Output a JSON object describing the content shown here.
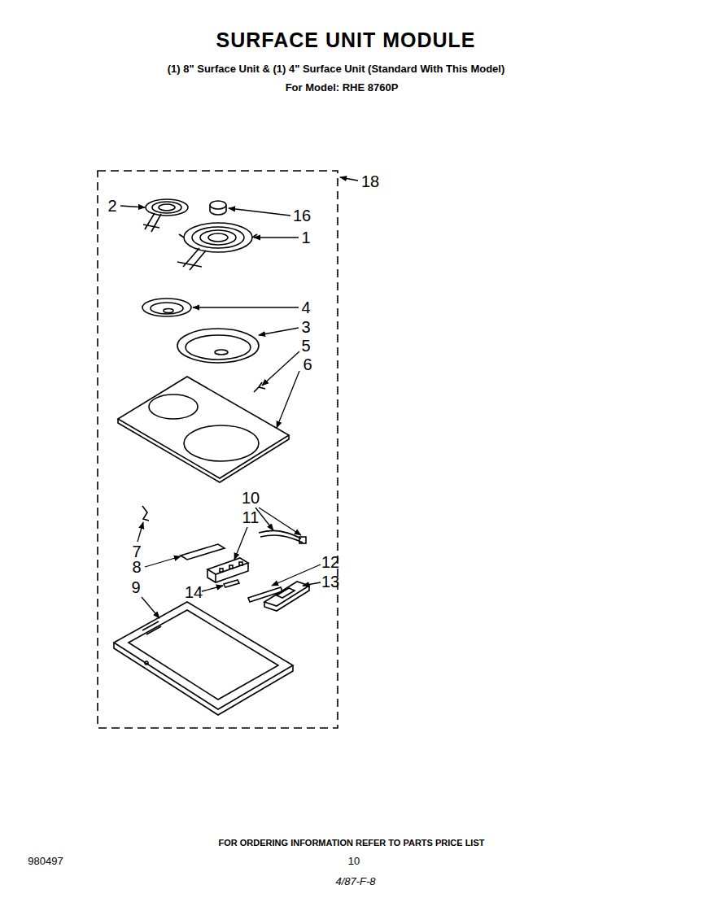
{
  "diagram": {
    "title": "SURFACE UNIT MODULE",
    "labels": [
      "(1) 8\" Surface Unit & (1) 4\" Surface Unit (Standard With This Model)",
      "For Model: RHE 8760P",
      "18",
      "2",
      "16",
      "1",
      "4",
      "3",
      "5",
      "6",
      "10",
      "11",
      "7",
      "8",
      "12",
      "9",
      "13",
      "14",
      "FOR ORDERING INFORMATION REFER TO PARTS PRICE LIST",
      "980497",
      "10",
      "4/87-F-8"
    ]
  }
}
